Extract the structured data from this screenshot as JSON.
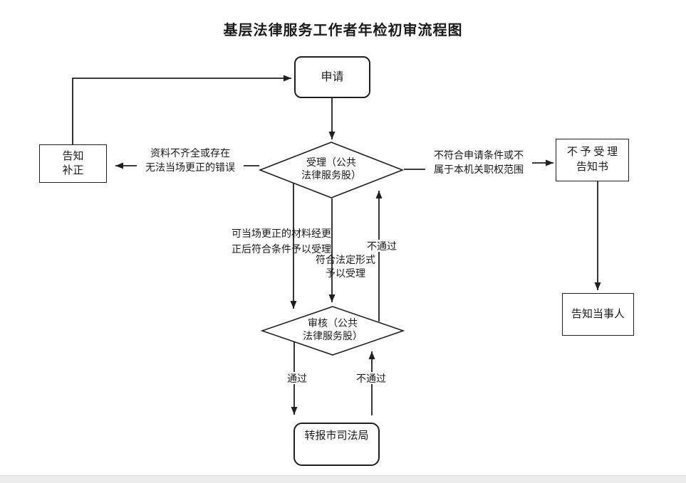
{
  "title": "基层法律服务工作者年检初审流程图",
  "nodes": {
    "apply": {
      "label": "申请"
    },
    "accept": {
      "line1": "受理（公共",
      "line2": "法律服务股）"
    },
    "review": {
      "line1": "审核（公共",
      "line2": "法律服务股）"
    },
    "notify_correction": {
      "line1": "告知",
      "line2": "补正"
    },
    "rejection_notice": {
      "line1": "不 予 受 理",
      "line2": "告知书"
    },
    "inform_party": {
      "label": "告知当事人"
    },
    "forward_bureau": {
      "label": "转报市司法局"
    }
  },
  "edge_labels": {
    "incomplete": {
      "line1": "资料不齐全或存在",
      "line2": "无法当场更正的错误"
    },
    "not_qualified": {
      "line1": "不符合申请条件或不",
      "line2": "属于本机关职权范围"
    },
    "correctable": {
      "line1": "可当场更正的材料经更",
      "line2": "正后符合条件予以受理"
    },
    "legal_form": {
      "line1": "符合法定形式",
      "line2": "予以受理"
    },
    "fail_to_accept": "不通过",
    "pass": "通过",
    "fail_to_review": "不通过"
  },
  "colors": {
    "line": "#1f1f1f",
    "background": "#ffffff",
    "footer_strip": "#ececec"
  }
}
